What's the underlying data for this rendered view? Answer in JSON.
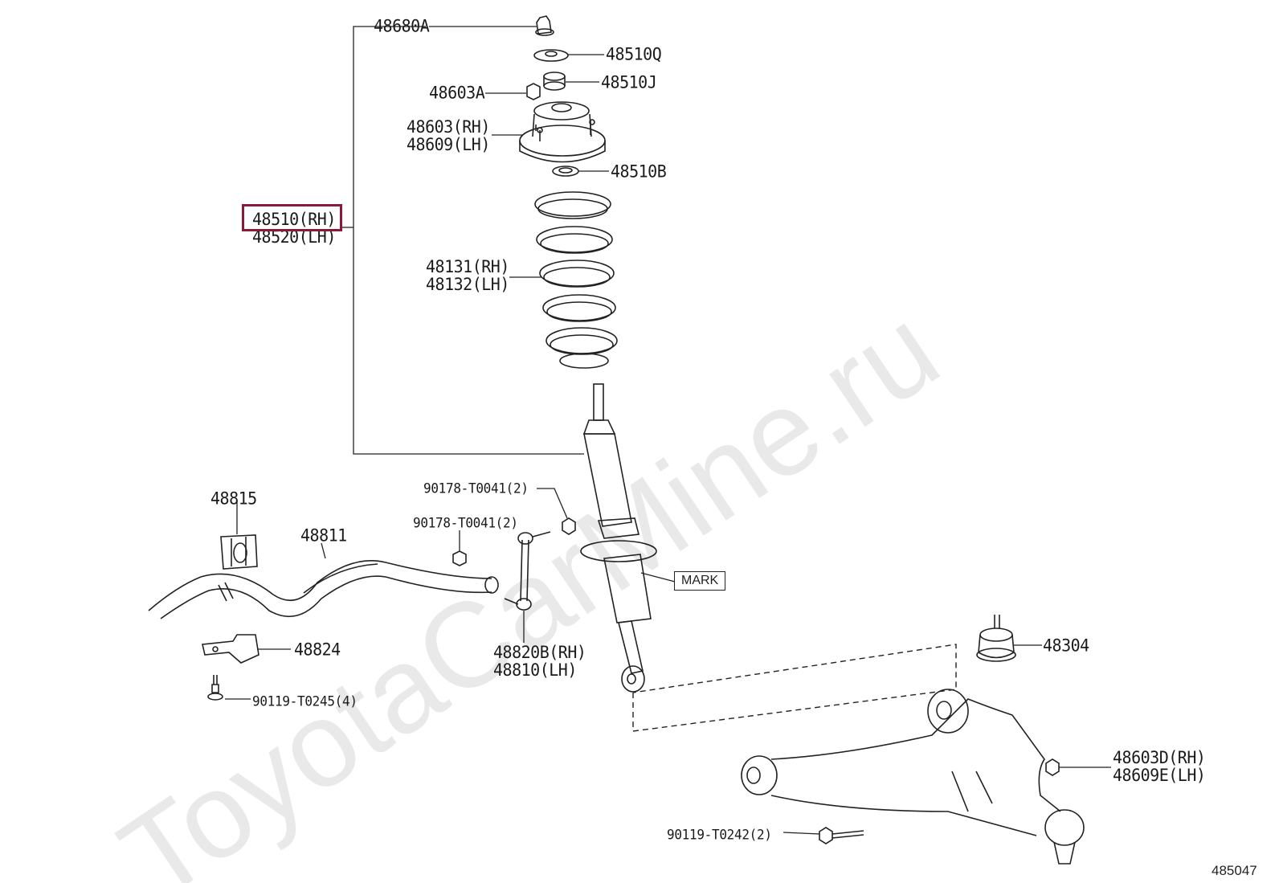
{
  "watermark": "ToyotaCarMine.ru",
  "diagram_number": "485047",
  "mark_label": "MARK",
  "parts": {
    "p48680A": "48680A",
    "p48510Q": "48510Q",
    "p48510J": "48510J",
    "p48603A": "48603A",
    "p48603_rh": "48603(RH)",
    "p48609_lh": "48609(LH)",
    "p48510B": "48510B",
    "p48510_rh": "48510(RH)",
    "p48520_lh": "48520(LH)",
    "p48131_rh": "48131(RH)",
    "p48132_lh": "48132(LH)",
    "p90178_a": "90178-T0041(2)",
    "p90178_b": "90178-T0041(2)",
    "p48815": "48815",
    "p48811": "48811",
    "p48824": "48824",
    "p90119_t0245": "90119-T0245(4)",
    "p48820B_rh": "48820B(RH)",
    "p48810_lh": "48810(LH)",
    "p48304": "48304",
    "p48603D_rh": "48603D(RH)",
    "p48609E_lh": "48609E(LH)",
    "p90119_t0242": "90119-T0242(2)"
  },
  "highlight": {
    "color": "#8b1a3a",
    "part": "48510(RH)"
  }
}
